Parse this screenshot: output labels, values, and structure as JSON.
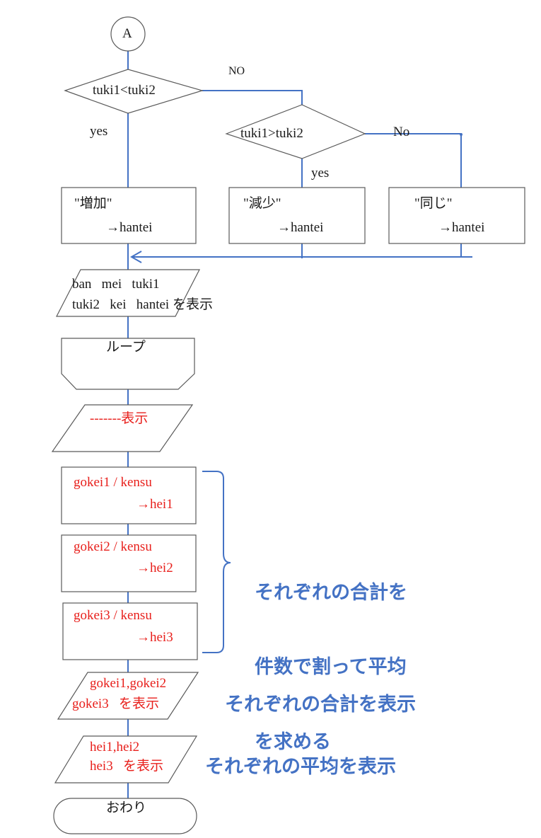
{
  "colors": {
    "line": "#4472c4",
    "shape": "#5a5a5a",
    "highlight": "#e8201c",
    "note": "#4472c4"
  },
  "connector": {
    "label": "A"
  },
  "decision1": {
    "condition": "tuki1<tuki2",
    "yes_label": "yes",
    "no_label": "NO"
  },
  "decision2": {
    "condition": "tuki1>tuki2",
    "yes_label": "yes",
    "no_label": "No"
  },
  "process_increase": {
    "line1": "\"増加\"",
    "line2": "→hantei"
  },
  "process_decrease": {
    "line1": "\"減少\"",
    "line2": "→hantei"
  },
  "process_same": {
    "line1": "\"同じ\"",
    "line2": "→hantei"
  },
  "output_record": {
    "line1": "ban   mei   tuki1",
    "line2": "tuki2   kei   hantei を表示"
  },
  "loop_end": {
    "label": "ループ"
  },
  "output_dashes": {
    "label": "-------表示"
  },
  "process_avg1": {
    "line1": "gokei1 / kensu",
    "line2": "→hei1"
  },
  "process_avg2": {
    "line1": "gokei2 / kensu",
    "line2": "→hei2"
  },
  "process_avg3": {
    "line1": "gokei3 / kensu",
    "line2": "→hei3"
  },
  "output_totals": {
    "line1": "gokei1,gokei2",
    "line2": "gokei3   を表示"
  },
  "output_averages": {
    "line1": "hei1,hei2",
    "line2": "hei3   を表示"
  },
  "terminator_end": {
    "label": "おわり"
  },
  "annotation_averages": {
    "line1": "それぞれの合計を",
    "line2": "件数で割って平均",
    "line3": "を求める"
  },
  "annotation_totals": {
    "text": "それぞれの合計を表示"
  },
  "annotation_averages_output": {
    "text": "それぞれの平均を表示"
  }
}
